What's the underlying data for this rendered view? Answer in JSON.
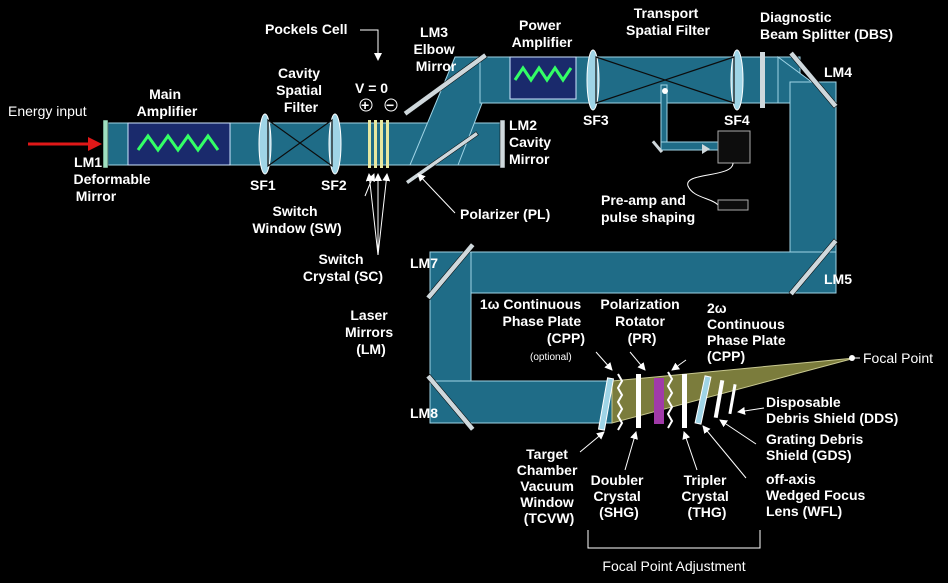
{
  "energy_input": "Energy input",
  "labels": {
    "pockels_cell": "Pockels Cell",
    "v_zero": "V = 0",
    "plus": "+",
    "minus": "−",
    "main_amplifier": [
      "Main",
      "Amplifier"
    ],
    "cavity_spatial_filter": [
      "Cavity",
      "Spatial",
      "Filter"
    ],
    "lm3": [
      "LM3",
      "Elbow",
      "Mirror"
    ],
    "power_amplifier": [
      "Power",
      "Amplifier"
    ],
    "transport_spatial_filter": [
      "Transport",
      "Spatial Filter"
    ],
    "dbs": [
      "Diagnostic",
      "Beam Splitter (DBS)"
    ],
    "lm4": "LM4",
    "lm1": [
      "LM1",
      "Deformable",
      "Mirror"
    ],
    "sf1": "SF1",
    "sf2": "SF2",
    "lm2": [
      "LM2",
      "Cavity",
      "Mirror"
    ],
    "sf3": "SF3",
    "sf4": "SF4",
    "switch_window": [
      "Switch",
      "Window (SW)"
    ],
    "polarizer": "Polarizer (PL)",
    "preamp": [
      "Pre-amp and",
      "pulse shaping"
    ],
    "switch_crystal": [
      "Switch",
      "Crystal (SC)"
    ],
    "lm7": "LM7",
    "lm5": "LM5",
    "laser_mirrors": [
      "Laser",
      "Mirrors",
      "(LM)"
    ],
    "cpp1": [
      "1ω Continuous",
      "Phase Plate",
      "(CPP)"
    ],
    "optional": "(optional)",
    "pr": [
      "Polarization",
      "Rotator",
      "(PR)"
    ],
    "cpp2": [
      "2ω",
      "Continuous",
      "Phase Plate",
      "(CPP)"
    ],
    "focal_point": "Focal Point",
    "lm8": "LM8",
    "dds": [
      "Disposable",
      "Debris Shield (DDS)"
    ],
    "gds": [
      "Grating Debris",
      "Shield (GDS)"
    ],
    "tcvw": [
      "Target",
      "Chamber",
      "Vacuum",
      "Window",
      "(TCVW)"
    ],
    "shg": [
      "Doubler",
      "Crystal",
      "(SHG)"
    ],
    "thg": [
      "Tripler",
      "Crystal",
      "(THG)"
    ],
    "wfl": [
      "off-axis",
      "Wedged Focus",
      "Lens (WFL)"
    ]
  },
  "focal_point_adjustment": "Focal Point Adjustment",
  "colors": {
    "beam": "#1f6c87",
    "beam_edge": "#9fd4e6",
    "amplifier_wave": "#33ff66",
    "arrow": "#e01818",
    "focus_cone": "#7b7c3c",
    "rotator": "#a03aa8"
  }
}
